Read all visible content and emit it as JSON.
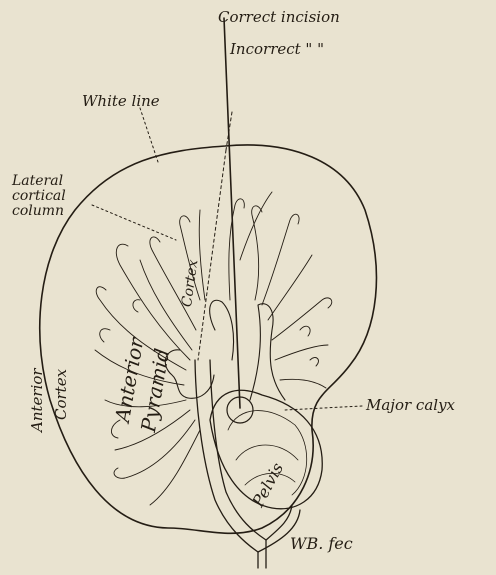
{
  "labels": {
    "correct_incision": "Correct incision",
    "incorrect": "Incorrect \" \"",
    "white_line": "White line",
    "lateral_cortical_column": [
      "Lateral",
      "cortical",
      "column"
    ],
    "anterior_cortex": [
      "Anterior",
      "Cortex"
    ],
    "anterior_pyramid": [
      "Anterior",
      "Pyramid"
    ],
    "cortex": "Cortex",
    "major_calyx": "Major calyx",
    "pelvis": "Pelvis",
    "signature": "WB. fec"
  },
  "colors": {
    "paper": "#e9e3d0",
    "ink": "#241d14"
  }
}
